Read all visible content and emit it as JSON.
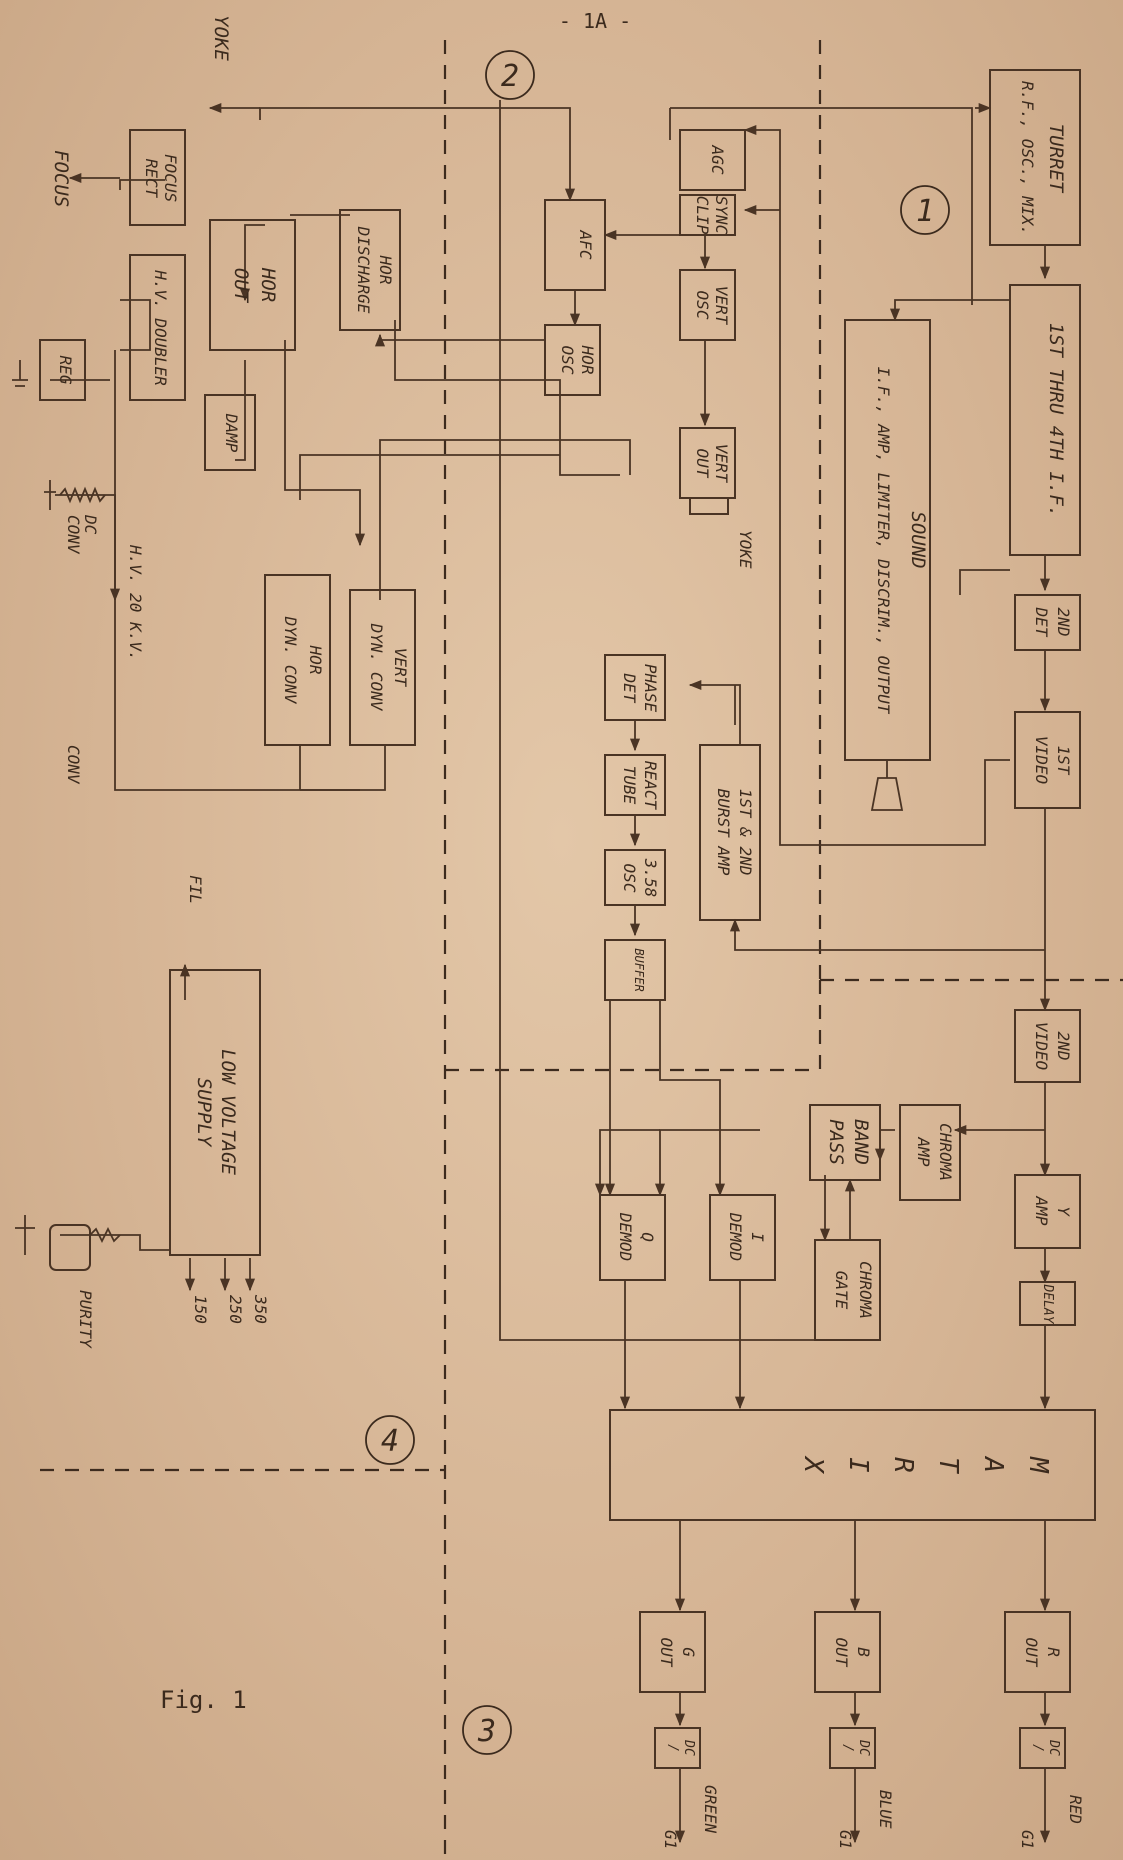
{
  "page_number": "- 1A -",
  "figure_caption": "Fig. 1",
  "zones": [
    "1",
    "2",
    "3",
    "4"
  ],
  "blocks": {
    "turret": [
      "TURRET",
      "R.F., OSC., MIX."
    ],
    "if_amp": [
      "1ST THRU 4TH I.F."
    ],
    "sound": [
      "SOUND",
      "I.F., AMP, LIMITER, DISCRIM., OUTPUT"
    ],
    "det2": [
      "2ND",
      "DET"
    ],
    "video1": [
      "1ST",
      "VIDEO"
    ],
    "video2": [
      "2ND",
      "VIDEO"
    ],
    "agc": [
      "AGC"
    ],
    "sync_clip": [
      "SYNC",
      "CLIP"
    ],
    "vert_osc": [
      "VERT",
      "OSC"
    ],
    "vert_out": [
      "VERT",
      "OUT"
    ],
    "afc": [
      "AFC"
    ],
    "hor_osc": [
      "HOR",
      "OSC"
    ],
    "hor_discharge": [
      "HOR",
      "DISCHARGE"
    ],
    "hor_out": [
      "HOR",
      "OUT"
    ],
    "focus_rect": [
      "FOCUS",
      "RECT"
    ],
    "hv_doubler": [
      "H.V. DOUBLER"
    ],
    "reg": [
      "REG"
    ],
    "damp": [
      "DAMP"
    ],
    "hor_dyn_conv": [
      "HOR",
      "DYN. CONV"
    ],
    "vert_dyn_conv": [
      "VERT",
      "DYN. CONV"
    ],
    "phase_det": [
      "PHASE",
      "DET"
    ],
    "react_tube": [
      "REACT",
      "TUBE"
    ],
    "osc358": [
      "3.58",
      "OSC"
    ],
    "buffer": [
      "BUFFER"
    ],
    "burst_amp": [
      "1ST & 2ND",
      "BURST AMP"
    ],
    "chroma_amp": [
      "CHROMA",
      "AMP"
    ],
    "band_pass": [
      "BAND",
      "PASS"
    ],
    "chroma_gate": [
      "CHROMA",
      "GATE"
    ],
    "y_amp": [
      "Y",
      "AMP"
    ],
    "delay": [
      "DELAY"
    ],
    "q_demod": [
      "Q",
      "DEMOD"
    ],
    "i_demod": [
      "I",
      "DEMOD"
    ],
    "matrix": [
      "M",
      "A",
      "T",
      "R",
      "I",
      "X"
    ],
    "r_out": [
      "R",
      "OUT"
    ],
    "b_out": [
      "B",
      "OUT"
    ],
    "g_out": [
      "G",
      "OUT"
    ],
    "dc_r": [
      "DC",
      "/"
    ],
    "dc_b": [
      "DC",
      "/"
    ],
    "dc_g": [
      "DC",
      "/"
    ],
    "low_voltage": [
      "LOW VOLTAGE",
      "SUPPLY"
    ]
  },
  "terminals": {
    "yoke_top": "YOKE",
    "yoke_vert": "YOKE",
    "focus": "FOCUS",
    "hv": "H.V. 20 K.V.",
    "dc_conv": [
      "DC",
      "CONV"
    ],
    "conv": "CONV",
    "fil": "FIL",
    "v350": "350",
    "v250": "250",
    "v150": "150",
    "purity": "PURITY",
    "red": "RED",
    "blue": "BLUE",
    "green": "GREEN",
    "g1_r": "G1",
    "g1_b": "G1",
    "g1_g": "G1"
  }
}
